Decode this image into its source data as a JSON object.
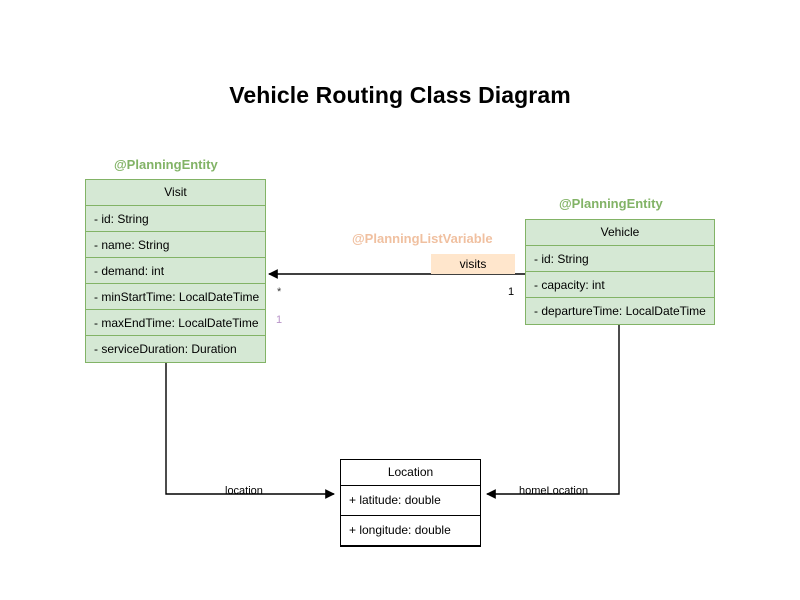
{
  "title": "Vehicle Routing Class Diagram",
  "colors": {
    "entity_fill": "#d5e8d4",
    "entity_stroke": "#82b366",
    "stereotype_entity": "#82b366",
    "stereotype_listvariable": "#f0c0a0",
    "chip_fill": "#ffe6cc",
    "plain_fill": "#ffffff",
    "plain_stroke": "#000000",
    "line": "#000000",
    "mult_muted": "#b894c8",
    "text": "#000000"
  },
  "classes": [
    {
      "id": "visit",
      "name": "Visit",
      "stereotype": "@PlanningEntity",
      "stereotype_color": "#82b366",
      "style": "entity",
      "attributes": [
        "- id: String",
        "- name: String",
        "- demand: int",
        "- minStartTime: LocalDateTime",
        "- maxEndTime: LocalDateTime",
        "- serviceDuration: Duration"
      ]
    },
    {
      "id": "vehicle",
      "name": "Vehicle",
      "stereotype": "@PlanningEntity",
      "stereotype_color": "#82b366",
      "style": "entity",
      "attributes": [
        "- id: String",
        "- capacity: int",
        "- departureTime: LocalDateTime"
      ]
    },
    {
      "id": "location",
      "name": "Location",
      "stereotype": "",
      "stereotype_color": "",
      "style": "plain",
      "attributes": [
        "+ latitude: double",
        "+ longitude: double"
      ]
    }
  ],
  "relations": {
    "visits": {
      "stereotype": "@PlanningListVariable",
      "chip_label": "visits",
      "source_multiplicity": "1",
      "target_multiplicity": "*",
      "visit_side_multiplicity": "1"
    },
    "visit_location": {
      "label": "location"
    },
    "vehicle_home_location": {
      "label": "homeLocation"
    }
  }
}
